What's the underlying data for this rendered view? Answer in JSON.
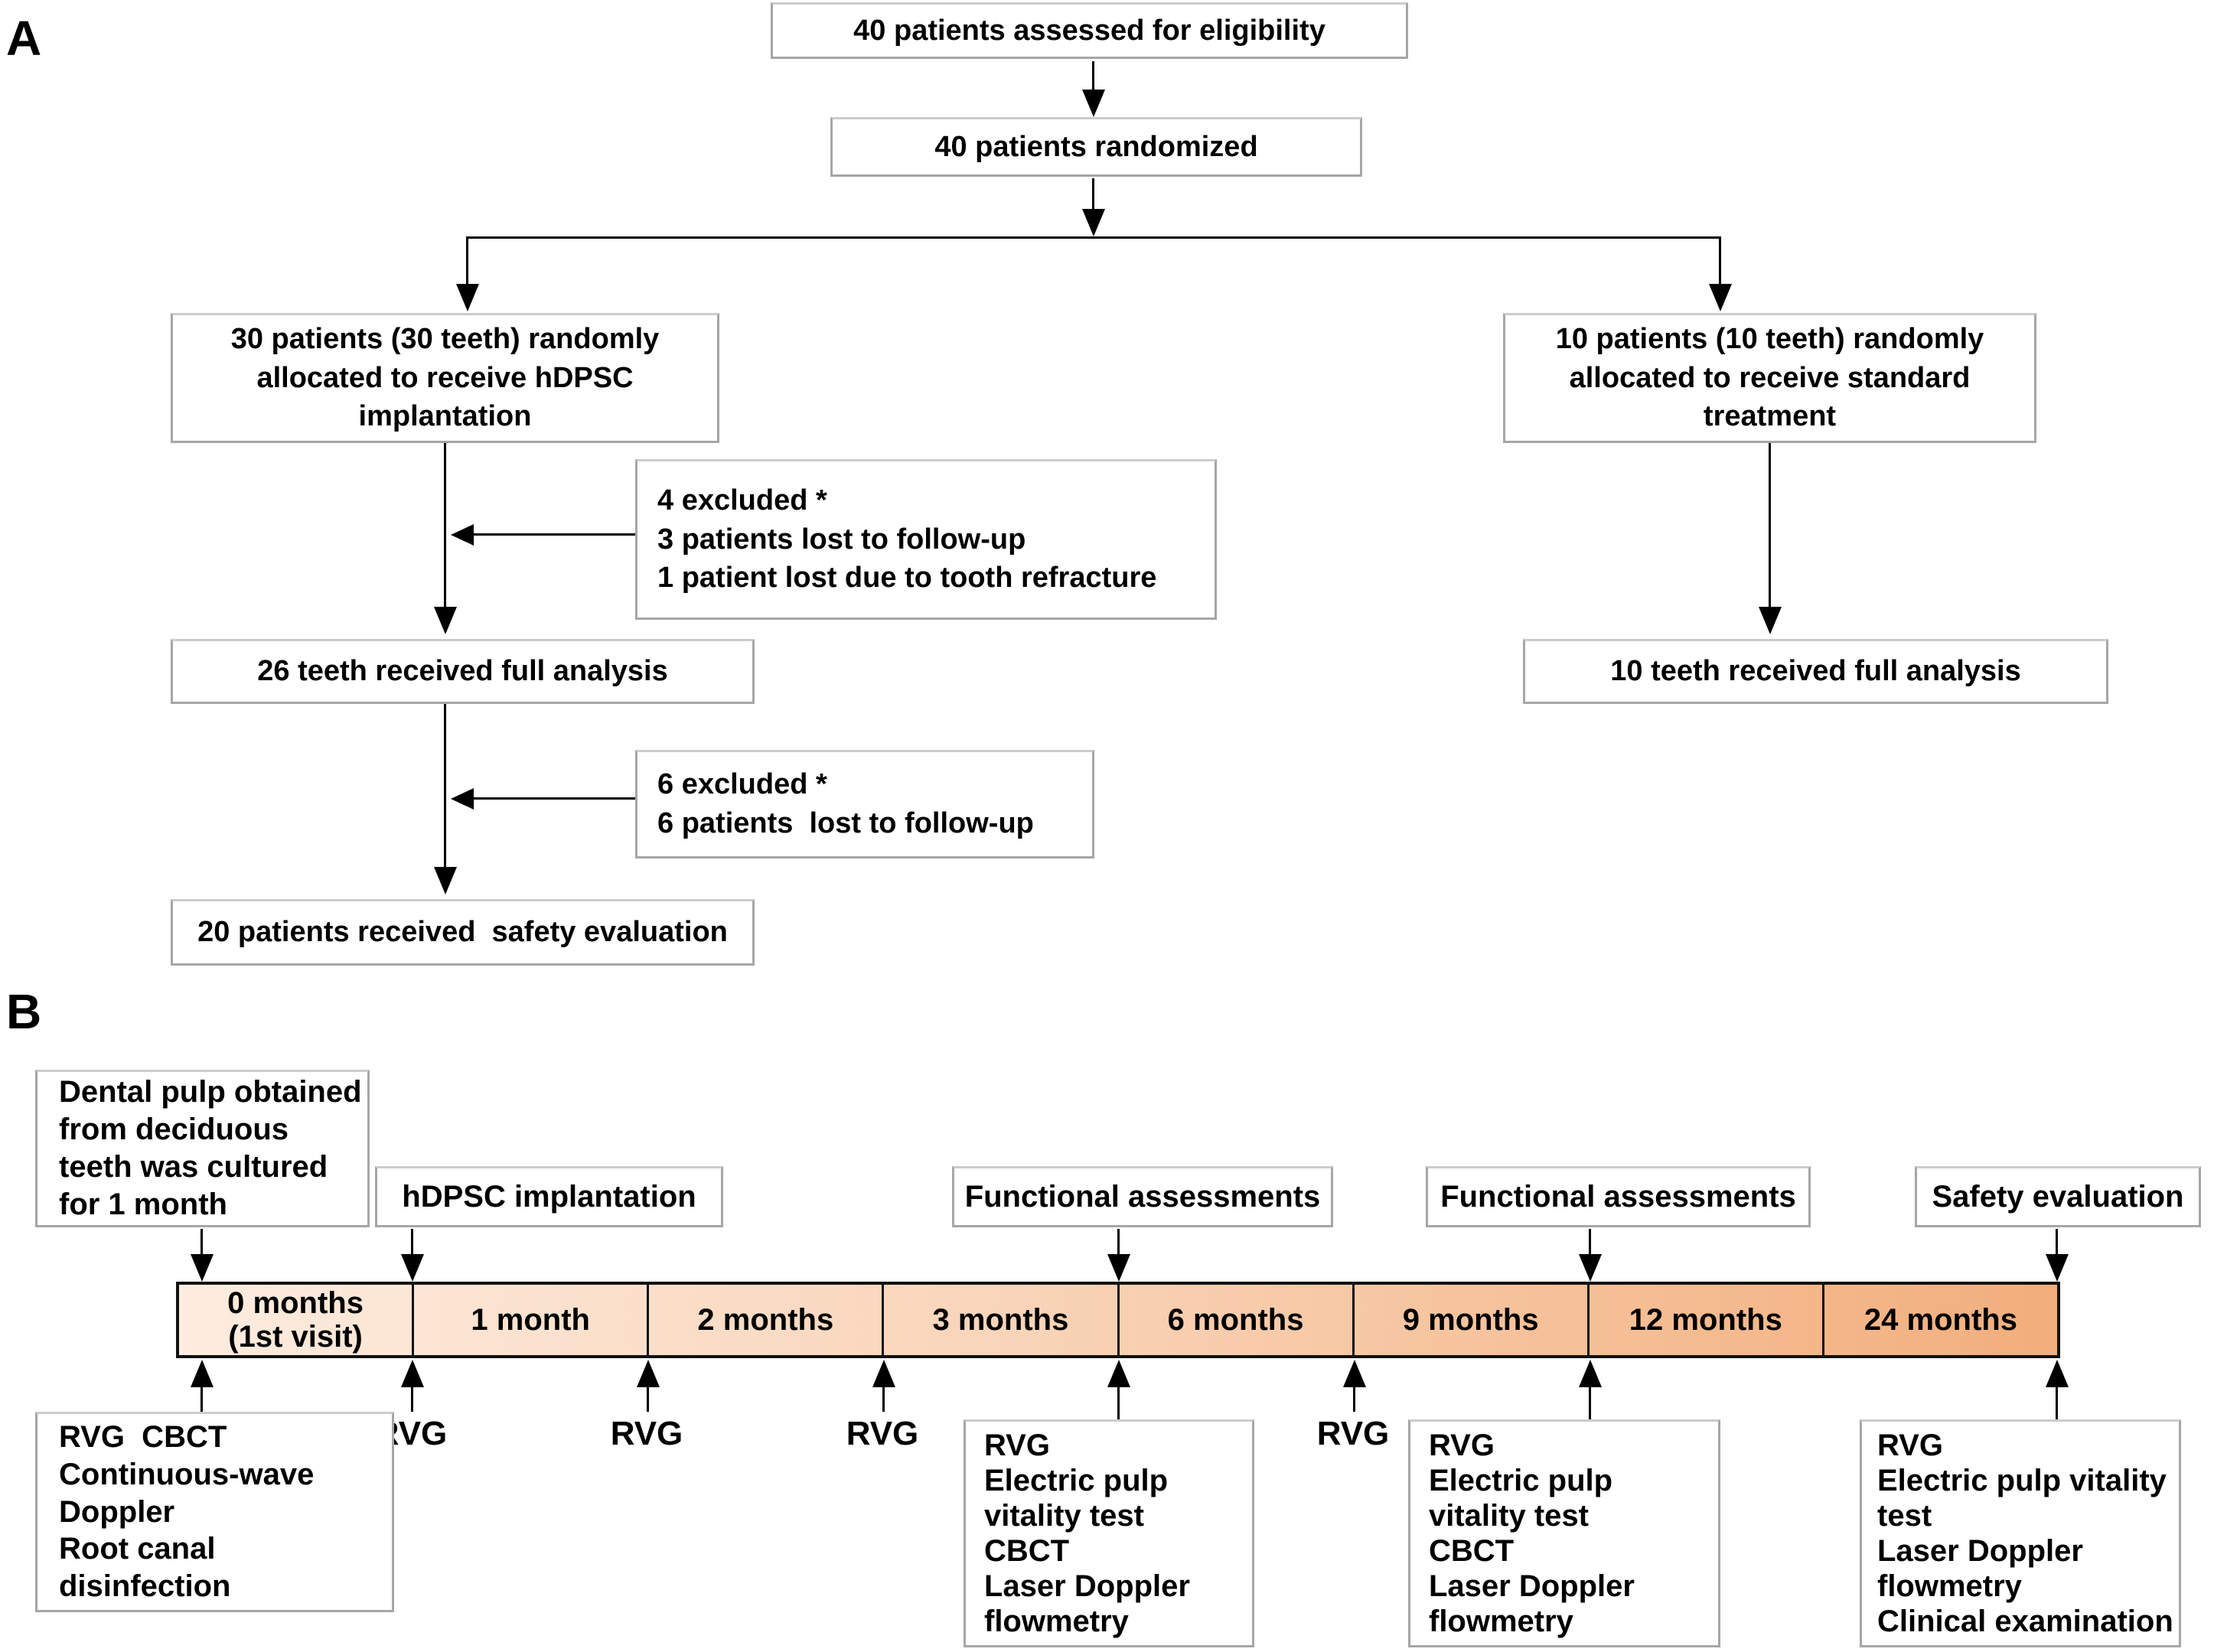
{
  "panel_a": {
    "label": "A",
    "assessed": "40 patients assessed for eligibility",
    "randomized": "40 patients randomized",
    "alloc_hdpsc": "30 patients (30 teeth) randomly\nallocated to receive hDPSC\nimplantation",
    "alloc_standard": "10 patients (10 teeth) randomly\nallocated to receive standard\ntreatment",
    "excluded_first": "4 excluded *\n3 patients lost to follow-up\n1 patient lost due to tooth refracture",
    "full_analysis_hdpsc": "26 teeth received full analysis",
    "excluded_second": "6 excluded *\n6 patients  lost to follow-up",
    "safety_evaluation": "20 patients received  safety evaluation",
    "full_analysis_standard": "10 teeth received full analysis"
  },
  "panel_b": {
    "label": "B",
    "culture_box": "Dental pulp obtained\nfrom deciduous\nteeth was cultured\nfor 1 month",
    "implantation_box": "hDPSC implantation",
    "functional_box_1": "Functional assessments",
    "functional_box_2": "Functional assessments",
    "safety_box": "Safety evaluation",
    "timeline_segments": [
      "0 months\n(1st visit)",
      "1 month",
      "2 months",
      "3 months",
      "6 months",
      "9 months",
      "12 months",
      "24 months"
    ],
    "rvg_labels": [
      "RVG",
      "RVG",
      "RVG",
      "RVG"
    ],
    "baseline_box": "RVG  CBCT\nContinuous-wave\nDoppler\nRoot canal\ndisinfection",
    "assessment_box_3mo": "RVG\nElectric pulp\nvitality test\nCBCT\nLaser Doppler\nflowmetry",
    "assessment_box_9mo": "RVG\nElectric pulp\nvitality test\nCBCT\nLaser Doppler\nflowmetry",
    "assessment_box_24mo": "RVG\nElectric pulp vitality\ntest\nLaser Doppler\nflowmetry\nClinical examination"
  },
  "colors": {
    "box_border": "#a6a6a6",
    "connector": "#000000",
    "timeline_gradient_start": "#fdecdf",
    "timeline_gradient_end": "#f2ae7c",
    "timeline_border": "#111111"
  }
}
